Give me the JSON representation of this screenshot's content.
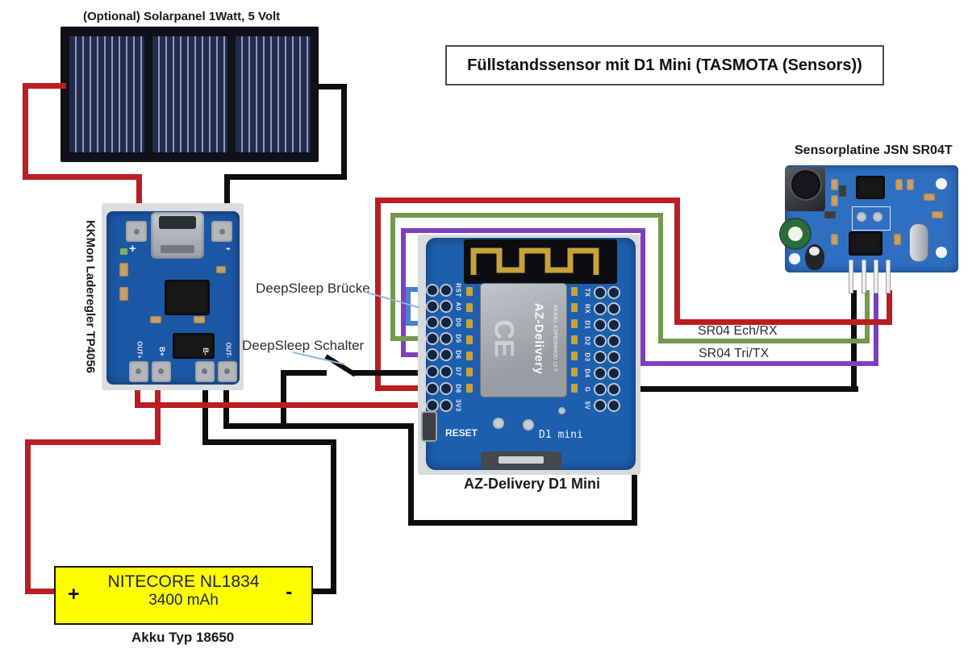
{
  "diagram_title": "Füllstandssensor mit D1 Mini (TASMOTA (Sensors))",
  "solar_panel": {
    "caption": "(Optional) Solarpanel 1Watt, 5 Volt"
  },
  "charger": {
    "caption": "KKMon Laderegler TP4056",
    "top_pads": [
      "+",
      "-"
    ],
    "bottom_pads": [
      "OUT+",
      "B+",
      "B-",
      "OUT-"
    ]
  },
  "d1_mini": {
    "caption": "AZ-Delivery D1 Mini",
    "left_pins": [
      "RST",
      "A0",
      "D0",
      "D5",
      "D6",
      "D7",
      "D8",
      "3V3"
    ],
    "right_pins": [
      "TX",
      "RX",
      "D1",
      "D2",
      "D3",
      "D4",
      "G",
      "5V"
    ],
    "reset_label": "RESET",
    "board_name": "D1 mini",
    "module_brand": "AZ-Delivery",
    "module_model": "MODEL ESP8266MOD 12-F",
    "module_ce": "CE"
  },
  "sensor": {
    "caption": "Sensorplatine JSN SR04T"
  },
  "battery": {
    "name": "NITECORE NL1834",
    "capacity": "3400 mAh",
    "plus": "+",
    "minus": "-",
    "caption": "Akku Typ 18650"
  },
  "annotations": {
    "bridge": "DeepSleep Brücke",
    "switch": "DeepSleep Schalter",
    "echo": "SR04 Ech/RX",
    "trigger": "SR04 Tri/TX"
  },
  "nets": [
    {
      "name": "solar-plus",
      "color": "red"
    },
    {
      "name": "solar-minus",
      "color": "black"
    },
    {
      "name": "out-plus-to-3v3",
      "color": "red"
    },
    {
      "name": "battery-plus",
      "color": "red"
    },
    {
      "name": "battery-minus",
      "color": "black"
    },
    {
      "name": "ground-loop-with-deepsleep-switch",
      "color": "black"
    },
    {
      "name": "d8-to-sensor-5v",
      "color": "red"
    },
    {
      "name": "d5-to-sensor-echo",
      "color": "green"
    },
    {
      "name": "d6-to-sensor-trigger",
      "color": "purple"
    },
    {
      "name": "rst-d0-bridge",
      "color": "blue"
    },
    {
      "name": "g-to-sensor-gnd",
      "color": "black"
    }
  ],
  "colors": {
    "wire_red": "#bb1d22",
    "wire_black": "#0d0d0d",
    "wire_green": "#74994d",
    "wire_purple": "#7d3fc0",
    "wire_blue": "#4d7ed2",
    "pointer_blue": "#8fb8dd",
    "battery_yellow": "#ffff00",
    "battery_text": "#20283c",
    "pcb_blue": "#1d5fae",
    "pcb_blue_bright": "#2f6fc2",
    "solar_cell_blue": "#222a4e",
    "esp_gold": "#c9a13b"
  }
}
